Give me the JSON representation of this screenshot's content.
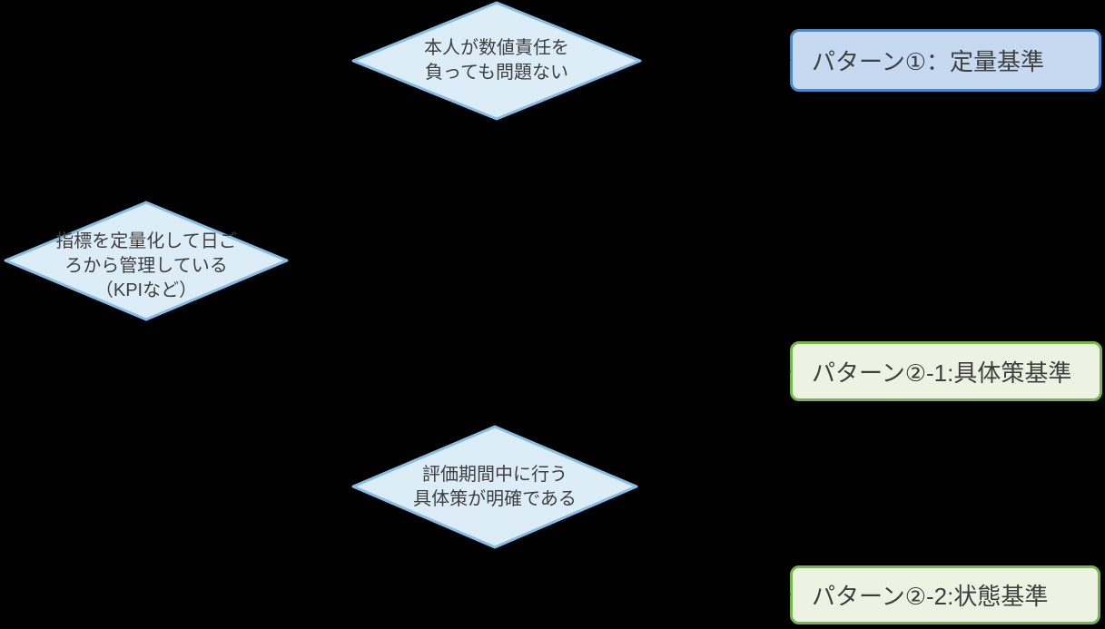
{
  "colors": {
    "bg": "#000000",
    "text": "#3f3f3f",
    "diamond_fill": "#dcedf8",
    "diamond_stroke": "#85bde6",
    "pattern_blue_fill": "#c5d9f1",
    "pattern_blue_stroke": "#4e86c6",
    "pattern_green_fill": "#ecf3e2",
    "pattern_green_stroke": "#76b74a",
    "connector": "#000000"
  },
  "flowchart": {
    "decisions": [
      {
        "id": "responsibility",
        "lines": [
          "本人が数値責任を",
          "負っても問題ない"
        ]
      },
      {
        "id": "kpi",
        "lines": [
          "指標を定量化して日ご",
          "ろから管理している",
          "（KPIなど）"
        ]
      },
      {
        "id": "actions",
        "lines": [
          "評価期間中に行う",
          "具体策が明確である"
        ]
      }
    ],
    "patterns": [
      {
        "id": "pattern-1",
        "label": "パターン①：定量基準",
        "style": "blue"
      },
      {
        "id": "pattern-2-1",
        "label": "パターン②-1:具体策基準",
        "style": "green"
      },
      {
        "id": "pattern-2-2",
        "label": "パターン②-2:状態基準",
        "style": "green"
      }
    ]
  }
}
